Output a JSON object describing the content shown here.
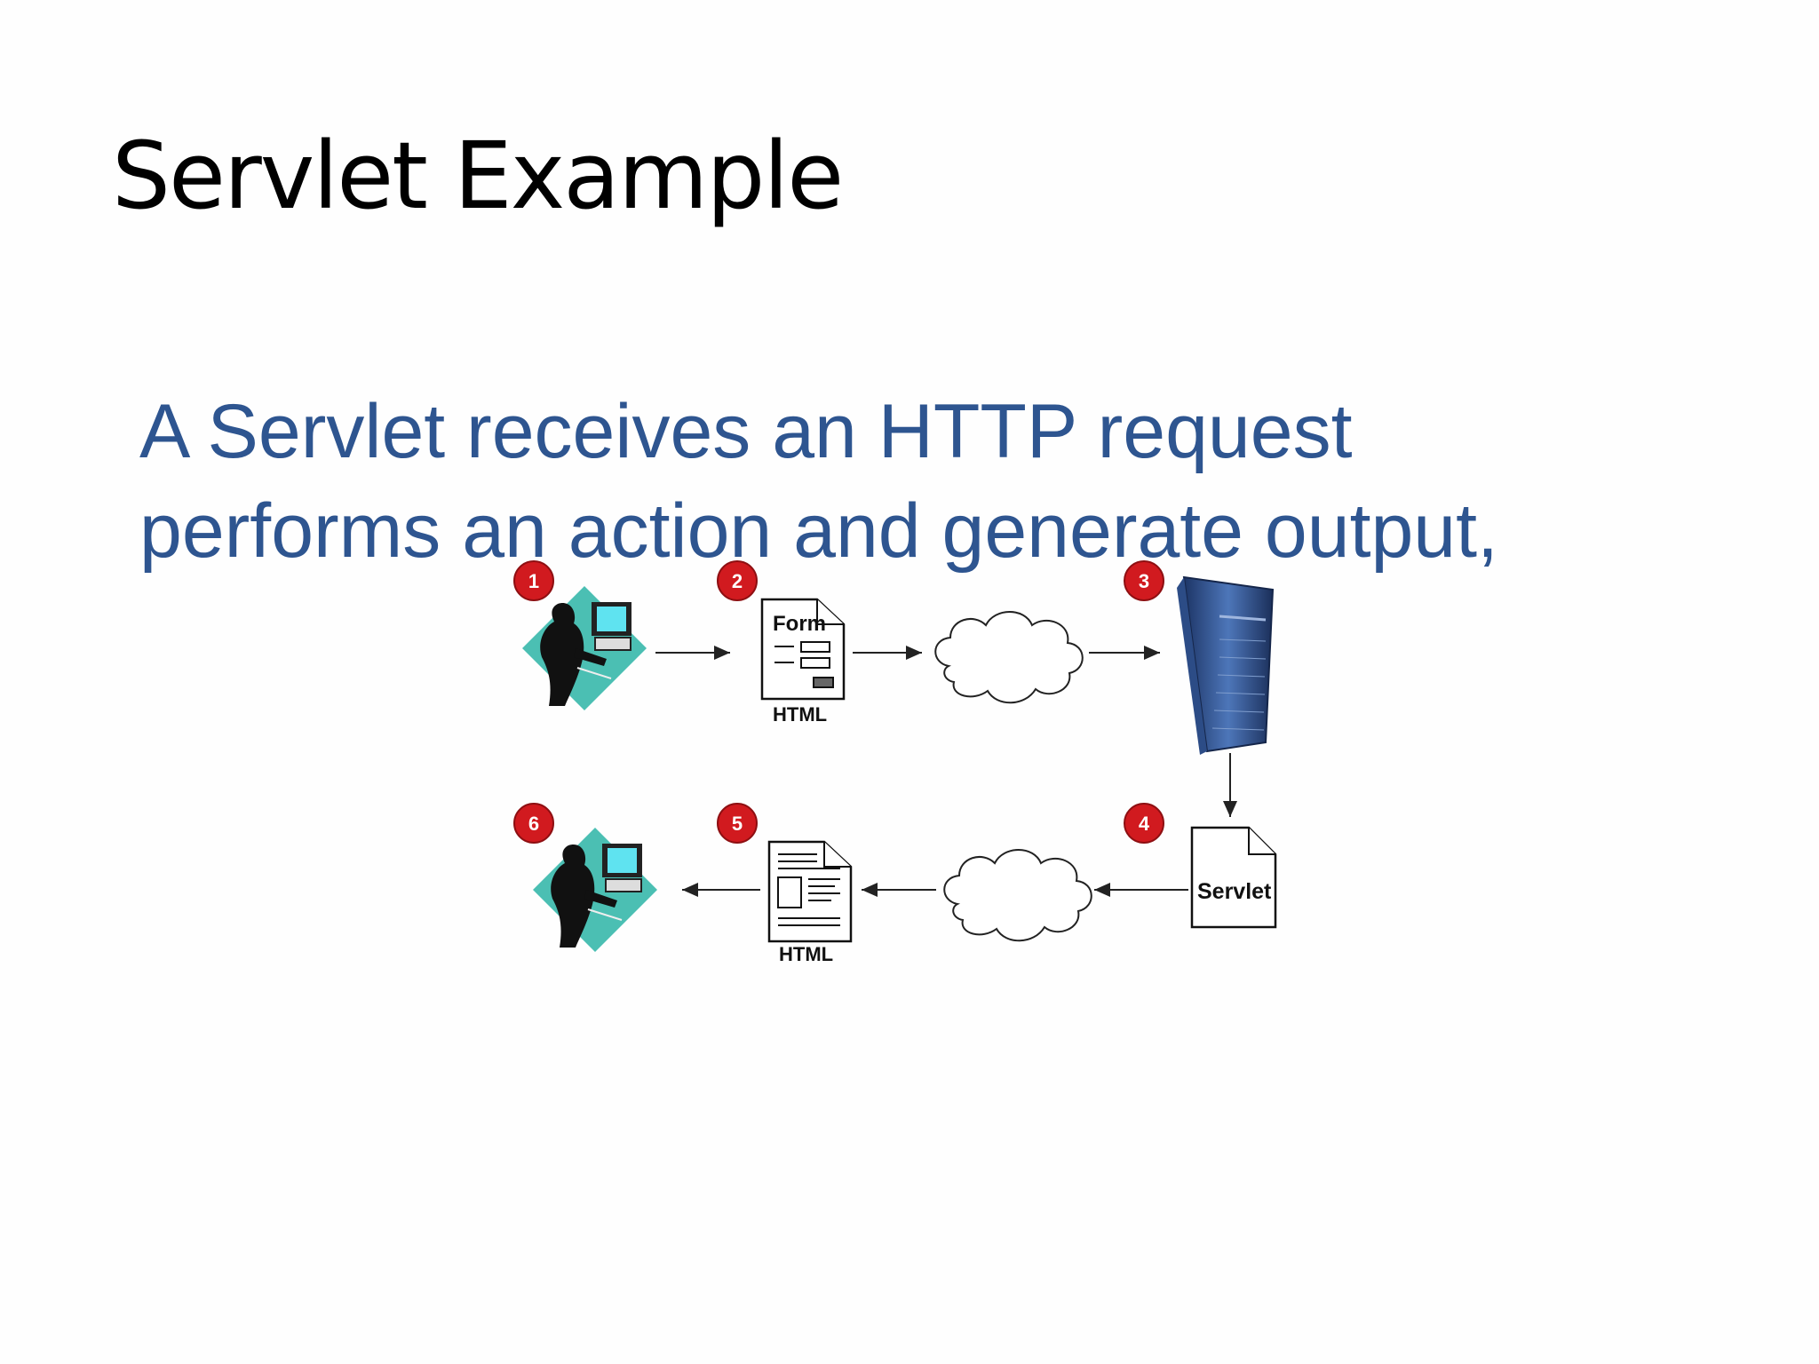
{
  "slide": {
    "title": "Servlet Example",
    "body_lines": [
      "A Servlet receives an HTTP request",
      "performs an action and generate output,"
    ]
  },
  "diagram": {
    "steps": [
      "1",
      "2",
      "3",
      "4",
      "5",
      "6"
    ],
    "form_label": "Form",
    "html_label_top": "HTML",
    "html_label_bottom": "HTML",
    "servlet_label": "Servlet",
    "colors": {
      "badge": "#d11a1f",
      "user_backdrop": "#4bbfb3",
      "server": "#2a4d8f",
      "text_blue": "#2e5590"
    }
  }
}
